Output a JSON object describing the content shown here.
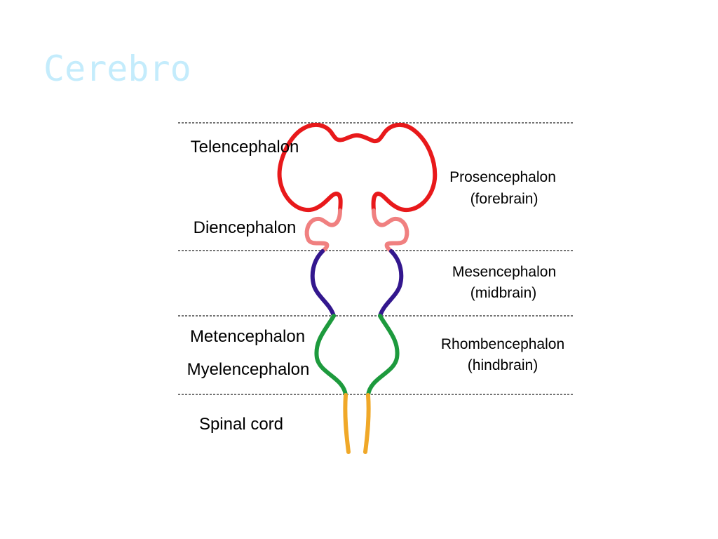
{
  "slide": {
    "title": "Cerebro"
  },
  "diagram": {
    "left_labels": {
      "telencephalon": "Telencephalon",
      "diencephalon": "Diencephalon",
      "metencephalon": "Metencephalon",
      "myelencephalon": "Myelencephalon",
      "spinal_cord": "Spinal cord"
    },
    "right_labels": {
      "prosencephalon": "Prosencephalon",
      "prosencephalon_common": "(forebrain)",
      "mesencephalon": "Mesencephalon",
      "mesencephalon_common": "(midbrain)",
      "rhombencephalon": "Rhombencephalon",
      "rhombencephalon_common": "(hindbrain)"
    },
    "colors": {
      "telencephalon": "#e8191b",
      "diencephalon": "#f08080",
      "mesencephalon": "#33178e",
      "rhombencephalon": "#1d9a3d",
      "spinal_cord": "#f0a828",
      "title": "#c4ecfc"
    }
  }
}
